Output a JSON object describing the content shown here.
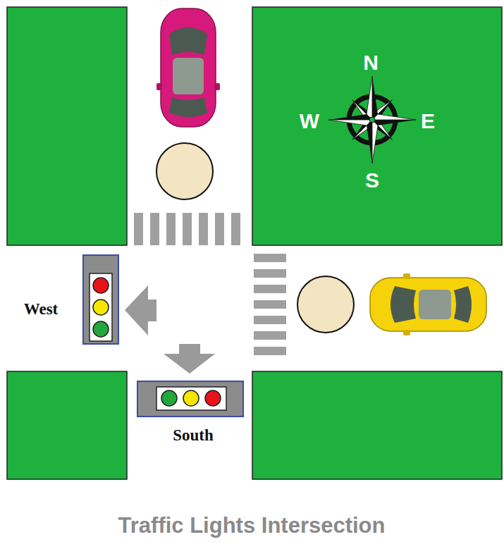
{
  "diagram": {
    "caption": "Traffic Lights Intersection",
    "labels": [
      "N",
      "W",
      "E",
      "S",
      "West",
      "South"
    ]
  }
}
